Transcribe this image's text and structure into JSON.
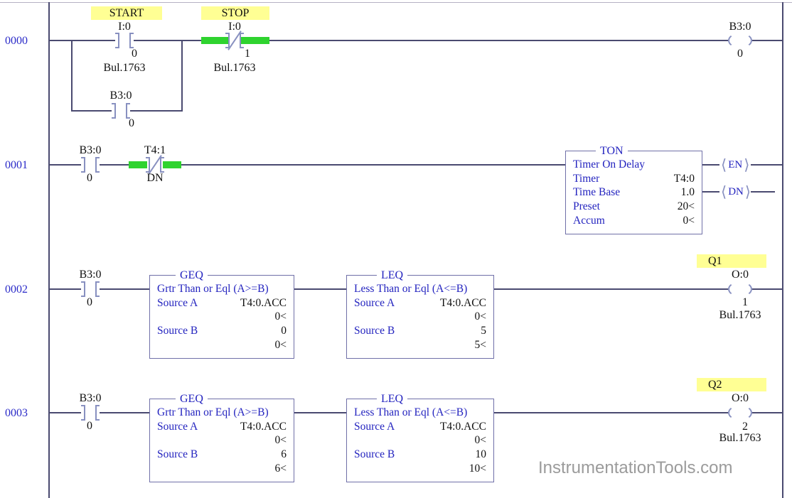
{
  "colors": {
    "wire": "#4a4a70",
    "sym": "#8890c0",
    "border": "#7070a8",
    "blue": "#2a2ac8",
    "blue2": "#2323bf",
    "green": "#2fd32f",
    "yellow": "#ffff94",
    "gray": "#9b9b9b"
  },
  "symbols": {
    "coil_open": "⟨",
    "coil_close": "⟩"
  },
  "watermark": "InstrumentationTools.com",
  "rung0": {
    "number": "0000",
    "start_tag": "START",
    "start_addr": "I:0",
    "start_bit": "0",
    "start_bul": "Bul.1763",
    "stop_tag": "STOP",
    "stop_addr": "I:0",
    "stop_bit": "1",
    "stop_bul": "Bul.1763",
    "seal_addr": "B3:0",
    "seal_bit": "0",
    "coil_addr": "B3:0",
    "coil_bit": "0"
  },
  "rung1": {
    "number": "0001",
    "c1_addr": "B3:0",
    "c1_bit": "0",
    "c2_addr": "T4:1",
    "c2_bit": "DN",
    "ton": {
      "title": "TON",
      "desc": "Timer On Delay",
      "timer_label": "Timer",
      "timer_value": "T4:0",
      "base_label": "Time Base",
      "base_value": "1.0",
      "preset_label": "Preset",
      "preset_value": "20<",
      "accum_label": "Accum",
      "accum_value": "0<",
      "en": "EN",
      "dn": "DN"
    }
  },
  "rung2": {
    "number": "0002",
    "c1_addr": "B3:0",
    "c1_bit": "0",
    "geq": {
      "title": "GEQ",
      "desc": "Grtr Than or Eql (A>=B)",
      "a_label": "Source A",
      "a_value": "T4:0.ACC",
      "a_acc": "0<",
      "b_label": "Source B",
      "b_value": "0",
      "b_acc": "0<"
    },
    "leq": {
      "title": "LEQ",
      "desc": "Less Than or Eql (A<=B)",
      "a_label": "Source A",
      "a_value": "T4:0.ACC",
      "a_acc": "0<",
      "b_label": "Source B",
      "b_value": "5",
      "b_acc": "5<"
    },
    "coil_tag": "Q1",
    "coil_addr": "O:0",
    "coil_bit": "1",
    "coil_bul": "Bul.1763"
  },
  "rung3": {
    "number": "0003",
    "c1_addr": "B3:0",
    "c1_bit": "0",
    "geq": {
      "title": "GEQ",
      "desc": "Grtr Than or Eql (A>=B)",
      "a_label": "Source A",
      "a_value": "T4:0.ACC",
      "a_acc": "0<",
      "b_label": "Source B",
      "b_value": "6",
      "b_acc": "6<"
    },
    "leq": {
      "title": "LEQ",
      "desc": "Less Than or Eql (A<=B)",
      "a_label": "Source A",
      "a_value": "T4:0.ACC",
      "a_acc": "0<",
      "b_label": "Source B",
      "b_value": "10",
      "b_acc": "10<"
    },
    "coil_tag": "Q2",
    "coil_addr": "O:0",
    "coil_bit": "2",
    "coil_bul": "Bul.1763"
  }
}
